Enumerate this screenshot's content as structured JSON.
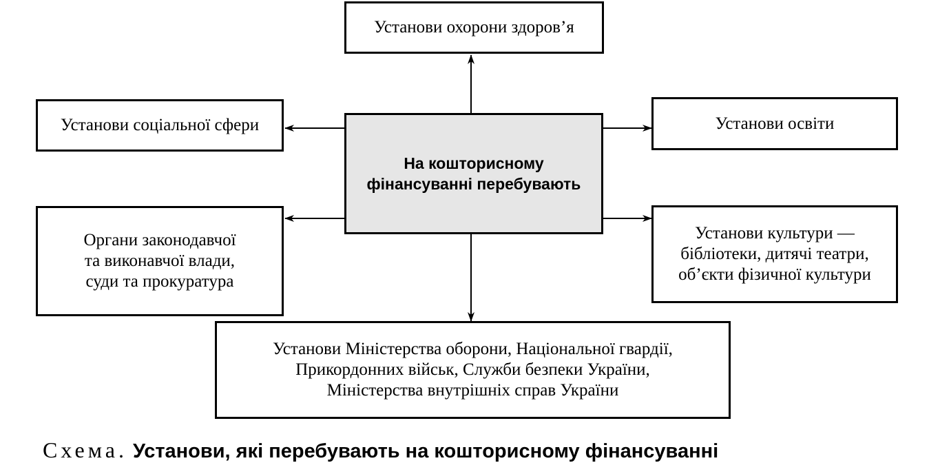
{
  "center": {
    "text": "На кошторисному\nфінансуванні перебувають"
  },
  "nodes": {
    "health": "Установи охорони здоров’я",
    "social": "Установи соціальної сфери",
    "education": "Установи освіти",
    "government": "Органи законодавчої\nта виконавчої влади,\nсуди та прокуратура",
    "culture": "Установи культури —\nбібліотеки, дитячі театри,\nоб’єкти фізичної культури",
    "defense": "Установи Міністерства оборони, Національної гвардії,\nПрикордонних військ, Служби безпеки України,\nМіністерства внутрішніх справ України"
  },
  "caption": {
    "prefix": "Схема.",
    "title": "Установи, які перебувають на кошторисному фінансуванні"
  },
  "colors": {
    "center_fill": "#e6e6e6",
    "stroke": "#000000"
  }
}
